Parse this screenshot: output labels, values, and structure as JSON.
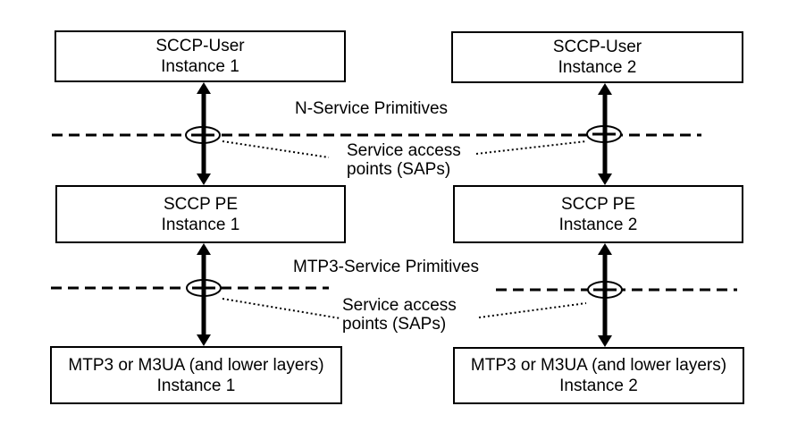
{
  "colors": {
    "ink": "#000000",
    "background": "#ffffff",
    "box_fill": "#ffffff"
  },
  "boxes": [
    {
      "line1": "SCCP-User",
      "line2": "Instance 1"
    },
    {
      "line1": "SCCP-User",
      "line2": "Instance 2"
    },
    {
      "line1": "SCCP PE",
      "line2": "Instance 1"
    },
    {
      "line1": "SCCP PE",
      "line2": "Instance 2"
    },
    {
      "line1": "MTP3 or M3UA (and lower layers)",
      "line2": "Instance 1"
    },
    {
      "line1": "MTP3 or M3UA (and lower layers)",
      "line2": "Instance 2"
    }
  ],
  "labels": {
    "n_service_primitives": "N-Service Primitives",
    "mtp3_service_primitives": "MTP3-Service Primitives",
    "sap_line1": "Service access",
    "sap_line2": "points (SAPs)"
  },
  "shapes": {
    "sap_marker": "ellipse",
    "interface_boundary": "dashed-horizontal-line",
    "primitive_flow": "double-headed-vertical-arrow",
    "callout_leader": "dotted-line"
  }
}
